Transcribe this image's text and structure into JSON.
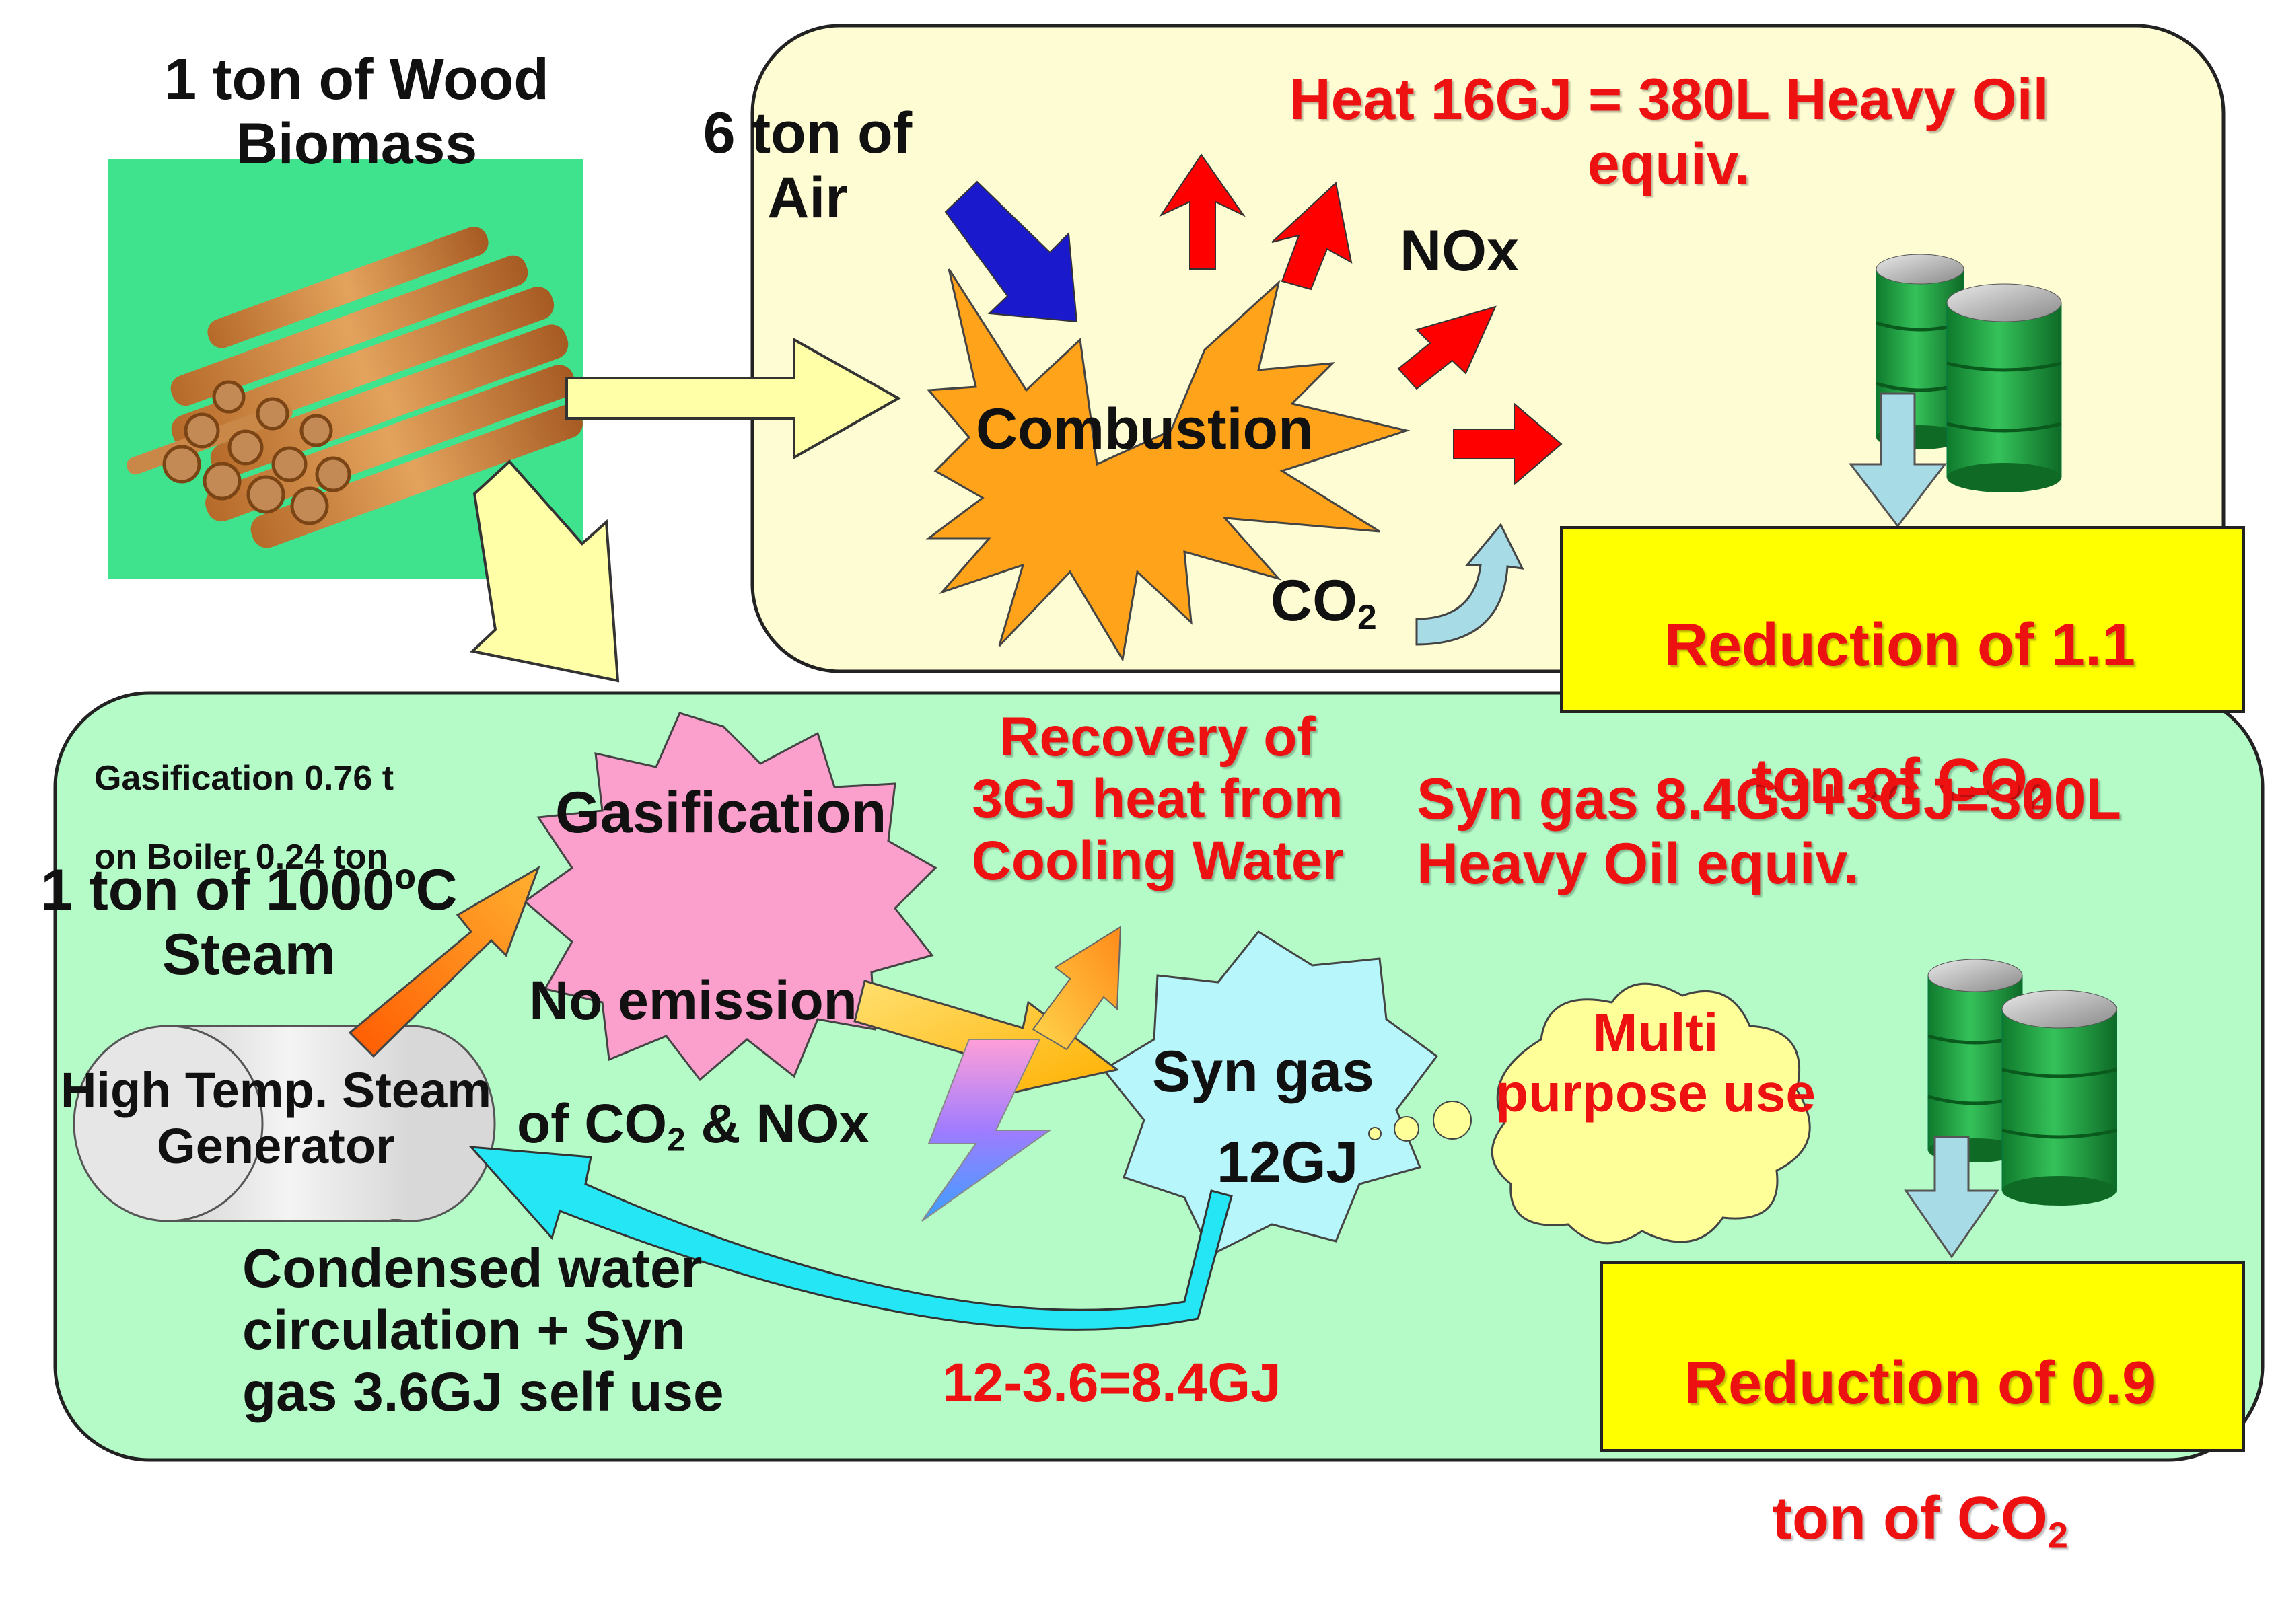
{
  "top": {
    "wood_title": "1 ton of Wood\nBiomass",
    "air_label": "6 ton of\nAir",
    "heat_label": "Heat 16GJ   = 380L Heavy Oil\nequiv.",
    "nox_label": "NOx",
    "combustion_label": "Combustion",
    "co2_label": "CO",
    "co2_sub": "2",
    "reduction_line1": "Reduction of 1.1",
    "reduction_line2": "ton of CO",
    "reduction_sub": "2"
  },
  "bottom": {
    "gasif_ratio_line1": "Gasification 0.76   t",
    "gasif_ratio_line2": "on Boiler    0.24 ton",
    "steam_label": "1 ton of 1000ºC\nSteam",
    "gasification_title": "Gasification",
    "no_emission_line1": "No emission",
    "no_emission_line2": "of CO",
    "no_emission_sub": "2",
    "no_emission_tail": " & NOx",
    "recovery_label": "Recovery of\n3GJ heat from\nCooling Water",
    "syngas_total_label": "Syn gas 8.4GJ+3GJ=300L\nHeavy Oil equiv.",
    "syngas_label": "Syn gas",
    "syngas_value": "12GJ",
    "multi_label": "Multi\npurpose use",
    "generator_label": "High Temp. Steam\nGenerator",
    "condensed_label": "Condensed water\ncirculation + Syn\ngas 3.6GJ self use",
    "net_label": "12-3.6=8.4GJ",
    "reduction_line1": "Reduction of 0.9",
    "reduction_line2": "ton of CO",
    "reduction_sub": "2"
  },
  "colors": {
    "top_panel": "#fefcd2",
    "bottom_panel": "#b4fbc8",
    "wood_bg": "#3fe38e",
    "heat_arrow": "#ff0000",
    "air_arrow": "#1a1acc",
    "burst": "#ffa31a",
    "gas_burst": "#fb9fcd",
    "syngas_burst": "#b7f7fb",
    "cloud": "#ffff9a",
    "barrel": "#22aa44",
    "down_arrow": "#a7dce6",
    "highlight": "#ffff00"
  },
  "icons": [
    "wood-log-icon",
    "barrel-icon",
    "lightning-icon",
    "cloud-icon",
    "burst-icon"
  ]
}
